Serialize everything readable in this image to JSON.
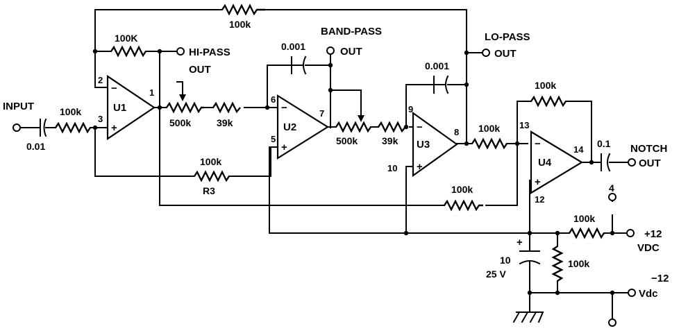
{
  "labels": {
    "input": "INPUT",
    "input_cap": "0.01",
    "input_res": "100k",
    "top_fb_res": "100k",
    "u1_fb_res": "100K",
    "hi_pass_1": "HI-PASS",
    "hi_pass_2": "OUT",
    "u1_name": "U1",
    "pot1": "500k",
    "r39a": "39k",
    "c_bp": "0.001",
    "band_pass_1": "BAND-PASS",
    "band_pass_2": "OUT",
    "u2_name": "U2",
    "r3_val": "100k",
    "r3_name": "R3",
    "pot2": "500k",
    "r39b": "39k",
    "lo_pass_1": "LO-PASS",
    "lo_pass_2": "OUT",
    "c_lp": "0.001",
    "u3_name": "U3",
    "r_u3_u4": "100k",
    "r_hp_sum": "100k",
    "u4_fb_res": "100k",
    "u4_name": "U4",
    "c_notch": "0.1",
    "notch_1": "NOTCH",
    "notch_2": "OUT",
    "pos_node": "4",
    "div_top_res": "100k",
    "div_bot_res": "100k",
    "pos_supply_1": "+12",
    "pos_supply_2": "VDC",
    "neg_supply_1": "−12",
    "neg_supply_2": "Vdc",
    "cap_plus": "+",
    "cap_val_1": "10",
    "cap_val_2": "25 V"
  },
  "pins": {
    "u1_inv": "2",
    "u1_noninv": "3",
    "u1_out": "1",
    "u2_inv": "6",
    "u2_noninv": "5",
    "u2_out": "7",
    "u3_inv": "9",
    "u3_noninv": "10",
    "u3_out": "8",
    "u4_inv": "13",
    "u4_noninv": "12",
    "u4_out": "14"
  },
  "signs": {
    "minus": "−",
    "plus": "+"
  }
}
